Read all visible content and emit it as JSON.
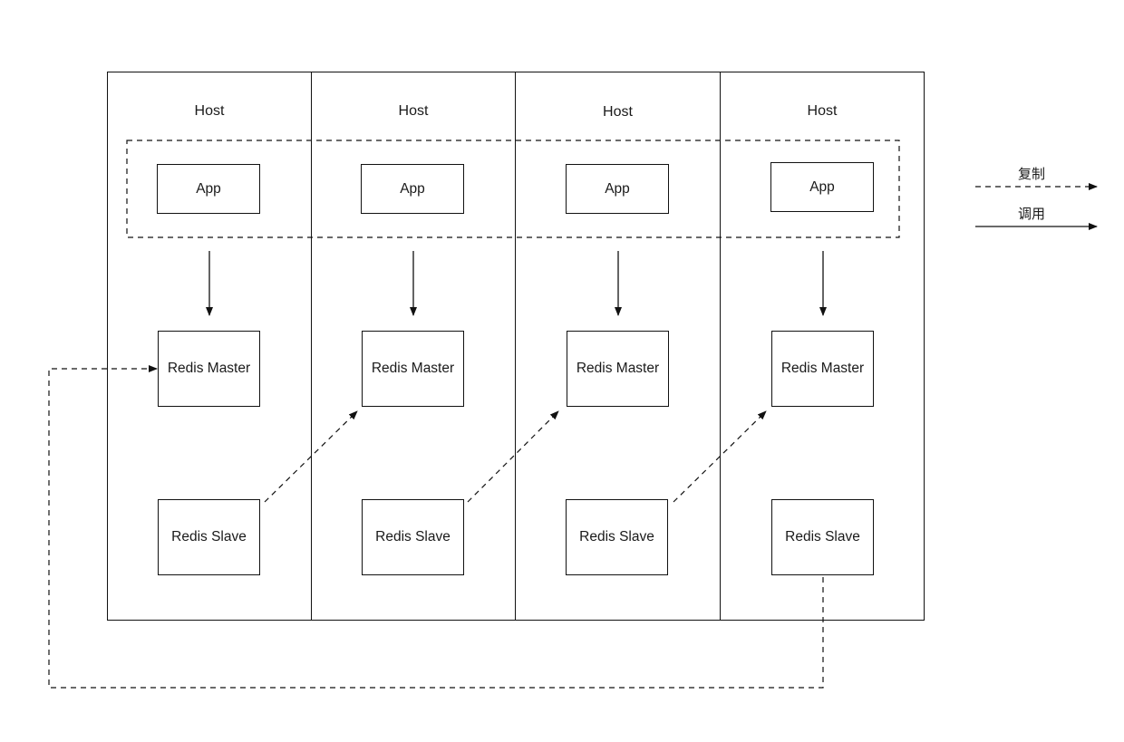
{
  "hosts": [
    {
      "title": "Host",
      "app": "App",
      "master": "Redis Master",
      "slave": "Redis Slave"
    },
    {
      "title": "Host",
      "app": "App",
      "master": "Redis Master",
      "slave": "Redis Slave"
    },
    {
      "title": "Host",
      "app": "App",
      "master": "Redis Master",
      "slave": "Redis Slave"
    },
    {
      "title": "Host",
      "app": "App",
      "master": "Redis Master",
      "slave": "Redis Slave"
    }
  ],
  "legend": {
    "replicate_label": "复制",
    "call_label": "调用"
  },
  "colors": {
    "line": "#111111",
    "background": "#ffffff"
  }
}
